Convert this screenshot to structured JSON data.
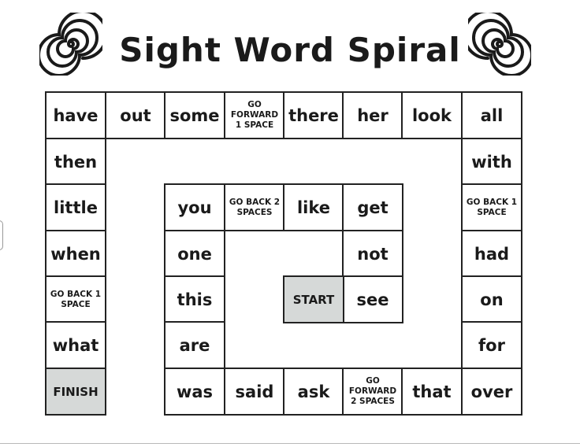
{
  "title": "Sight Word Spiral",
  "colors": {
    "special_cell": "#d6d9d8",
    "border": "#222222"
  },
  "board": {
    "top_row": [
      "have",
      "out",
      "some",
      "GO FORWARD 1 SPACE",
      "there",
      "her",
      "look",
      "all"
    ],
    "left_column": [
      "then",
      "little",
      "when",
      "GO BACK 1 SPACE",
      "what",
      "FINISH"
    ],
    "right_column": [
      "with",
      "GO BACK 1 SPACE",
      "had",
      "on",
      "for",
      "over"
    ],
    "bottom_row": [
      "was",
      "said",
      "ask",
      "GO FORWARD 2 SPACES",
      "that"
    ],
    "inner_top": [
      "you",
      "GO BACK 2 SPACES",
      "like",
      "get"
    ],
    "inner_left": [
      "one",
      "this",
      "are"
    ],
    "inner_right": [
      "not",
      "see"
    ],
    "start": "START"
  }
}
